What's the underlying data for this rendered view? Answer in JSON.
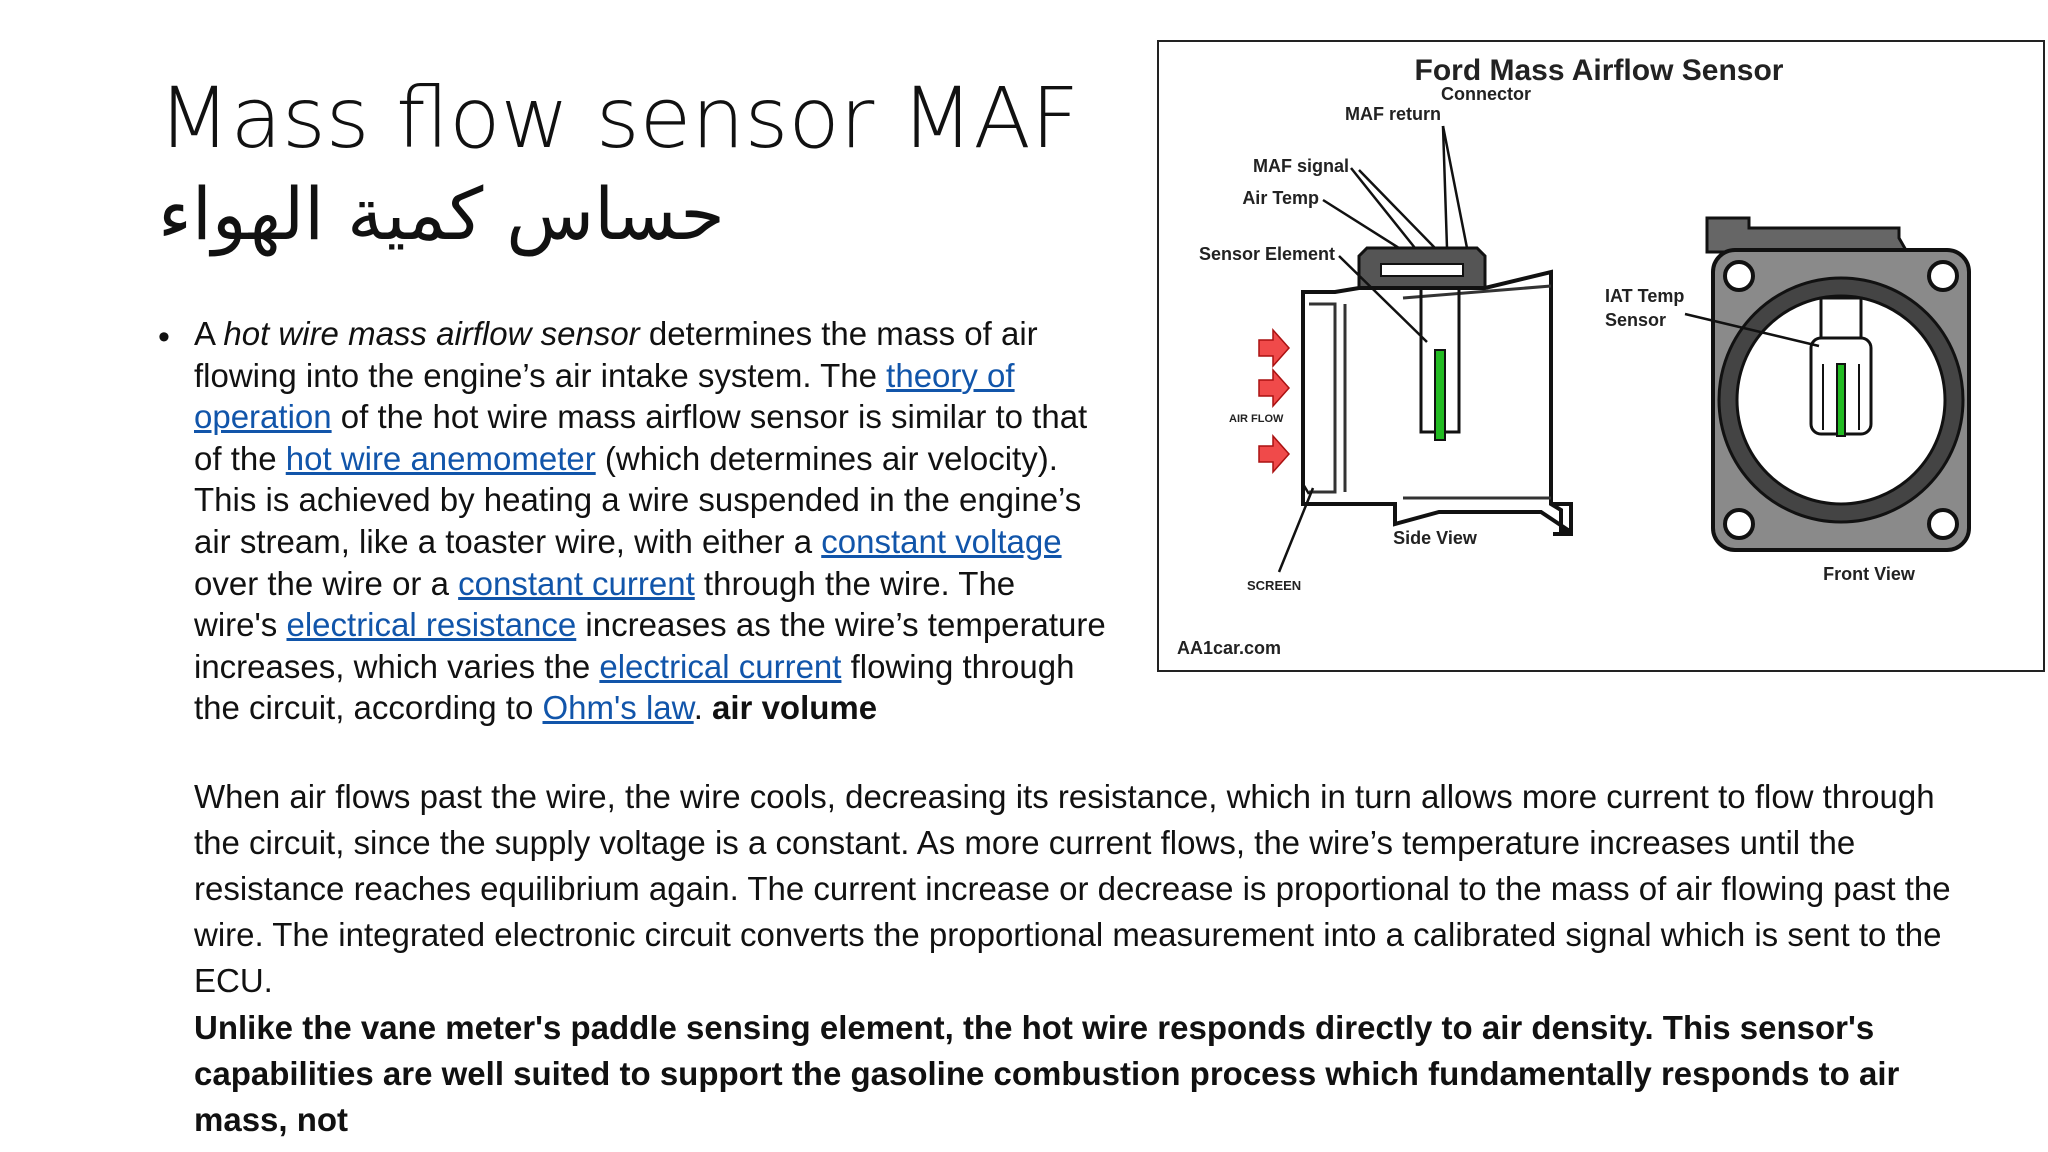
{
  "slide": {
    "title": "Mass flow sensor MAF",
    "title_arabic": "حساس كمية الهواء",
    "bullet_symbol": "•",
    "paragraph1": {
      "seg01": "A ",
      "seg02": "hot wire mass airflow sensor",
      "seg03": " determines the mass of air flowing into the engine’s air intake system. The ",
      "seg04": "theory of operation",
      "seg05": " of the hot wire mass airflow sensor is similar to that of the ",
      "seg06": "hot wire anemometer",
      "seg07": " (which determines air velocity). This is achieved by heating a wire suspended in the engine’s air stream, like a toaster wire, with either a ",
      "seg08": "constant voltage",
      "seg09": " over the wire or a ",
      "seg10": "constant current",
      "seg11": " through the wire. The wire's ",
      "seg12": "electrical resistance",
      "seg13": " increases as the wire’s temperature increases, which varies the ",
      "seg14": "electrical current",
      "seg15": " flowing through the circuit, according to ",
      "seg16": "Ohm's law",
      "seg17": ". ",
      "seg18": "air volume"
    },
    "paragraph2": "When air flows past the wire, the wire cools, decreasing its resistance, which in turn allows more current to flow through the circuit, since the supply voltage is a constant. As more current flows, the wire’s temperature increases until the resistance reaches equilibrium again. The current increase or decrease is proportional to the mass of air flowing past the wire. The integrated electronic circuit converts the proportional measurement into a calibrated signal which is sent to the ECU.",
    "paragraph3": "Unlike the vane meter's paddle sensing element, the hot wire responds directly to air density. This sensor's capabilities are well suited to support the gasoline combustion process which fundamentally responds to air mass, not"
  },
  "figure": {
    "title": "Ford Mass Airflow Sensor",
    "labels": {
      "connector": "Connector",
      "maf_return": "MAF return",
      "maf_signal": "MAF signal",
      "air_temp": "Air Temp",
      "sensor_element": "Sensor Element",
      "air_flow": "AIR FLOW",
      "screen": "SCREEN",
      "side_view": "Side View",
      "iat_temp_line1": "IAT Temp",
      "iat_temp_line2": "Sensor",
      "front_view": "Front View",
      "credit": "AA1car.com"
    },
    "colors": {
      "arrow": "#f04a4a",
      "sensor_wire": "#22bb22",
      "body": "#666666",
      "link": "#1155aa"
    }
  }
}
